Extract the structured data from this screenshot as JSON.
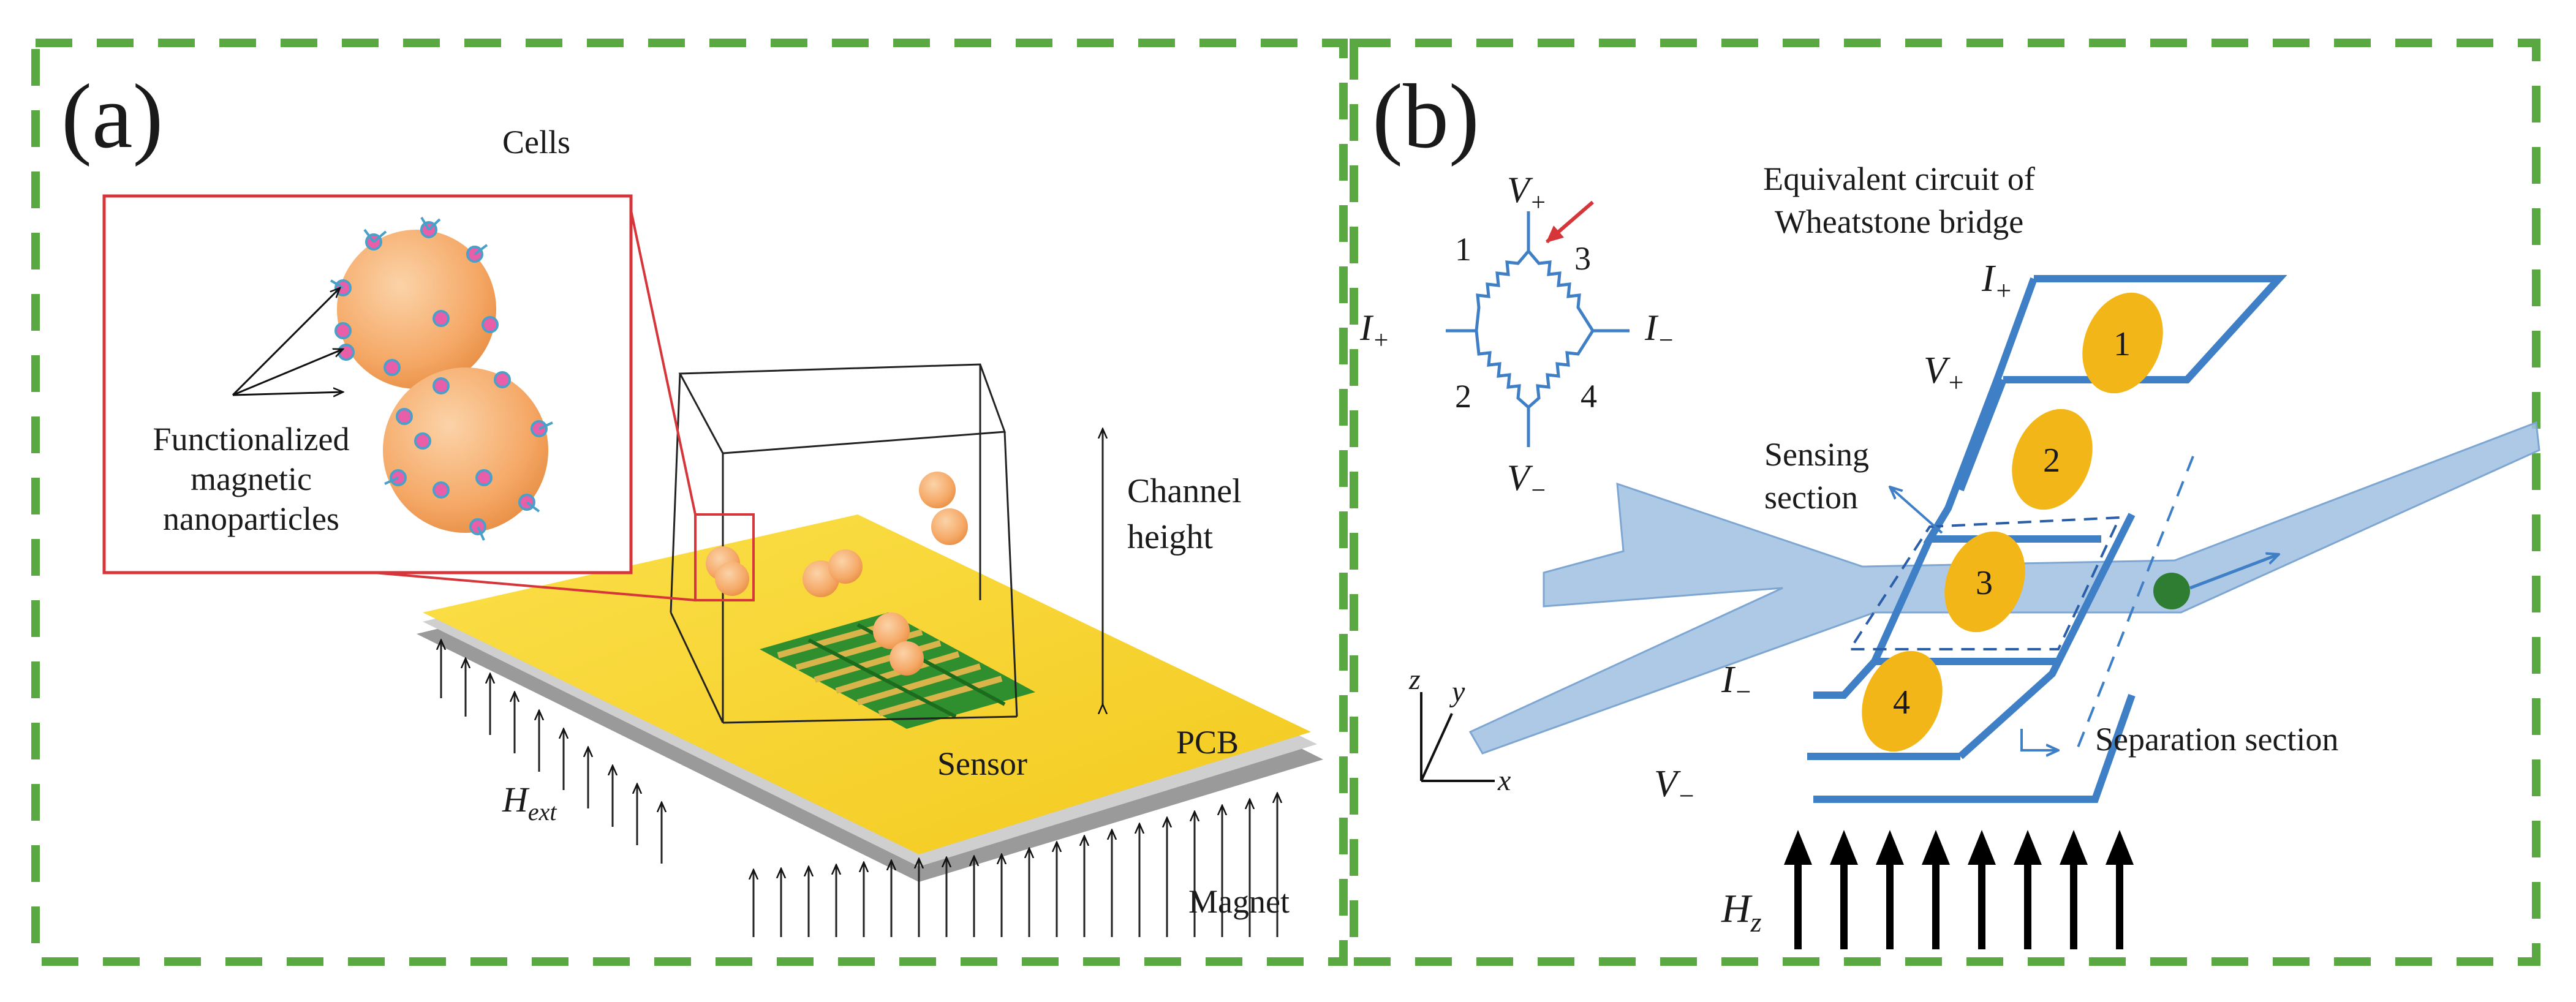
{
  "panel_a": {
    "label": "(a)",
    "cells": "Cells",
    "func_line1": "Functionalized",
    "func_line2": "magnetic",
    "func_line3": "nanoparticles",
    "channel_line1": "Channel",
    "channel_line2": "height",
    "pcb": "PCB",
    "sensor": "Sensor",
    "hext_main": "H",
    "hext_sub": "ext",
    "magnet": "Magnet"
  },
  "panel_b": {
    "label": "(b)",
    "equiv_line1": "Equivalent circuit of",
    "equiv_line2": "Wheatstone bridge",
    "v_plus": "V",
    "v_plus_sub": "+",
    "v_minus": "V",
    "v_minus_sub": "−",
    "i_plus": "I",
    "i_plus_sub": "+",
    "i_minus": "I",
    "i_minus_sub": "−",
    "r1": "1",
    "r2": "2",
    "r3": "3",
    "r4": "4",
    "sensing_line1": "Sensing",
    "sensing_line2": "section",
    "separation": "Separation section",
    "hz_main": "H",
    "hz_sub": "z",
    "axis_x": "x",
    "axis_y": "y",
    "axis_z": "z",
    "elements": [
      "1",
      "2",
      "3",
      "4"
    ]
  },
  "colors": {
    "border_green": "#5aa842",
    "pcb_yellow": "#f9d428",
    "sensor_green": "#2f8f2f",
    "callout_red": "#d6363a",
    "cell_orange": "#f5a866",
    "circuit_blue": "#3f7fc6",
    "channel_blue": "#9fbfe0",
    "element_yellow": "#f2b619"
  }
}
